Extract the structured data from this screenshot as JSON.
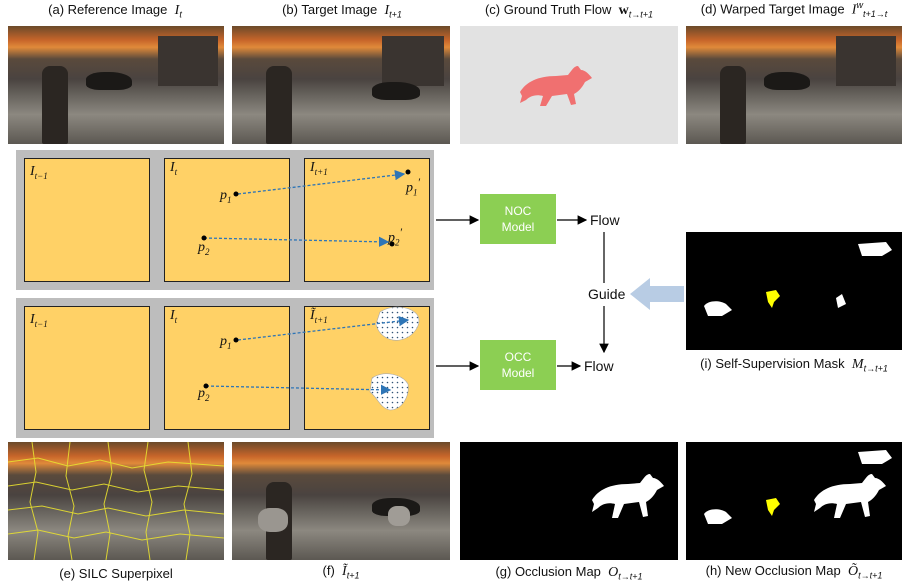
{
  "captions": {
    "a": {
      "text": "(a) Reference Image",
      "math": "I",
      "sub": "t"
    },
    "b": {
      "text": "(b) Target Image",
      "math": "I",
      "sub": "t+1"
    },
    "c": {
      "text": "(c) Ground Truth Flow",
      "math": "w",
      "sub": "t→t+1"
    },
    "d": {
      "text": "(d) Warped Target Image",
      "math": "I",
      "sup": "w",
      "sub": "t+1→t"
    },
    "e": {
      "text": "(e) SILC Superpixel"
    },
    "f": {
      "text": "(f)",
      "math": "Ĩ",
      "sub": "t+1"
    },
    "g": {
      "text": "(g) Occlusion Map",
      "math": "O",
      "sub": "t→t+1"
    },
    "h": {
      "text": "(h) New Occlusion Map",
      "math": "Õ",
      "sub": "t→t+1"
    },
    "i": {
      "text": "(i) Self-Supervision Mask",
      "math": "M",
      "sub": "t→t+1"
    }
  },
  "noc_row": {
    "frames": [
      {
        "math": "I",
        "sub": "t−1"
      },
      {
        "math": "I",
        "sub": "t"
      },
      {
        "math": "I",
        "sub": "t+1"
      }
    ],
    "points": [
      {
        "math": "p",
        "sub": "1"
      },
      {
        "math": "p",
        "sub": "2"
      },
      {
        "math": "p",
        "sub": "1",
        "sup": "′"
      },
      {
        "math": "p",
        "sub": "2",
        "sup": "′"
      }
    ],
    "model_line1": "NOC",
    "model_line2": "Model",
    "output": "Flow"
  },
  "occ_row": {
    "frames": [
      {
        "math": "I",
        "sub": "t−1"
      },
      {
        "math": "I",
        "sub": "t"
      },
      {
        "math": "Ĩ",
        "sub": "t+1"
      }
    ],
    "points": [
      {
        "math": "p",
        "sub": "1"
      },
      {
        "math": "p",
        "sub": "2"
      }
    ],
    "model_line1": "OCC",
    "model_line2": "Model",
    "output": "Flow"
  },
  "guide_label": "Guide",
  "colors": {
    "frame_fill": "#ffd166",
    "model_fill": "#8ccf53",
    "group_bg": "#bdbdbd",
    "flow_fox": "#f07070",
    "mask_yellow": "#ffff00",
    "guide_arrow": "#b8cce4",
    "motion_arrow": "#2e75b6"
  }
}
